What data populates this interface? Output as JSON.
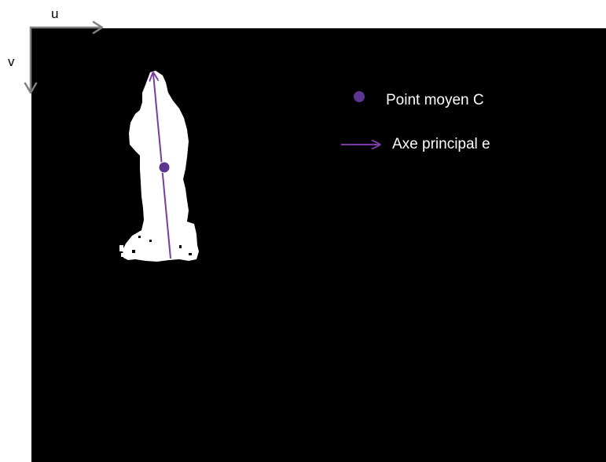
{
  "axes": {
    "u_label": "u",
    "v_label": "v"
  },
  "legend": {
    "mean_point_label": "Point moyen C",
    "principal_axis_label": "Axe principal e"
  },
  "colors": {
    "background": "#000000",
    "silhouette": "#ffffff",
    "marker": "#5b3590",
    "axis_arrow": "#7b3aa8",
    "frame_arrows": "#808080"
  }
}
